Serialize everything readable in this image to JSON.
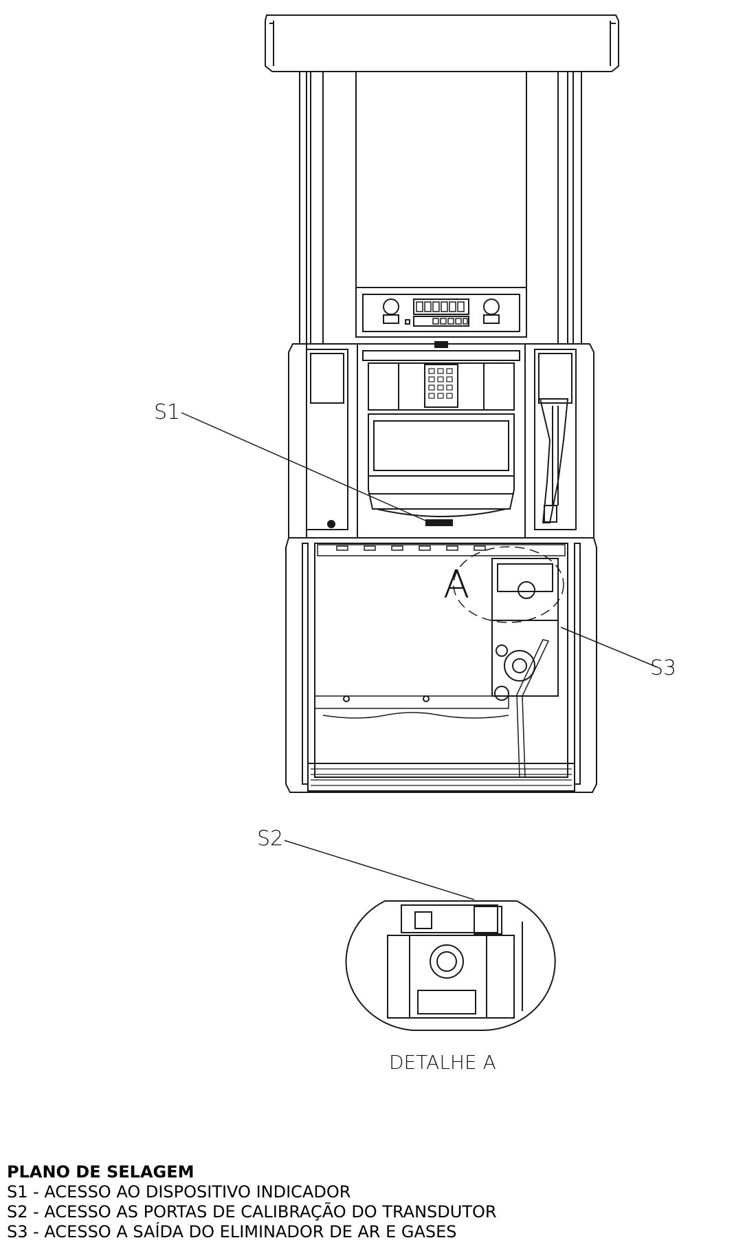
{
  "callouts": {
    "s1": "S1",
    "s2": "S2",
    "s3": "S3",
    "detail_ref": "A"
  },
  "detail_caption": "DETALHE A",
  "legend": {
    "title": "PLANO DE SELAGEM",
    "items": [
      "S1 - ACESSO AO DISPOSITIVO INDICADOR",
      "S2 - ACESSO AS PORTAS DE CALIBRAÇÃO DO TRANSDUTOR",
      "S3 - ACESSO A SAÍDA DO ELIMINADOR DE AR E GASES"
    ]
  },
  "colors": {
    "line": "#1a1a1a",
    "background": "#ffffff"
  }
}
